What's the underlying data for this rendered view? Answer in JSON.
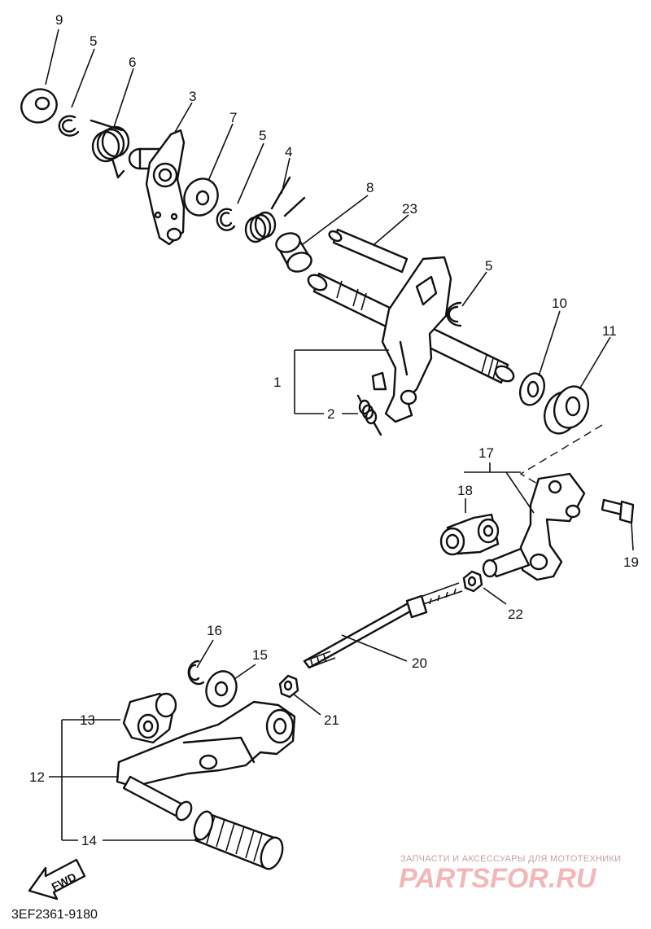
{
  "diagram": {
    "part_labels": {
      "p1": "1",
      "p2": "2",
      "p3": "3",
      "p4": "4",
      "p5a": "5",
      "p5b": "5",
      "p5c": "5",
      "p6": "6",
      "p7": "7",
      "p8": "8",
      "p9": "9",
      "p10": "10",
      "p11": "11",
      "p12": "12",
      "p13": "13",
      "p14": "14",
      "p15": "15",
      "p16": "16",
      "p17": "17",
      "p18": "18",
      "p19": "19",
      "p20": "20",
      "p21": "21",
      "p22": "22",
      "p23": "23"
    },
    "fwd_label": "FWD",
    "drawing_code": "3EF2361-9180"
  },
  "watermark": {
    "tagline": "ЗАПЧАСТИ И АКСЕССУАРЫ ДЛЯ МОТОТЕХНИКИ",
    "brand": "PARTSFOR.RU",
    "brand_color": "#f2b8b8"
  }
}
